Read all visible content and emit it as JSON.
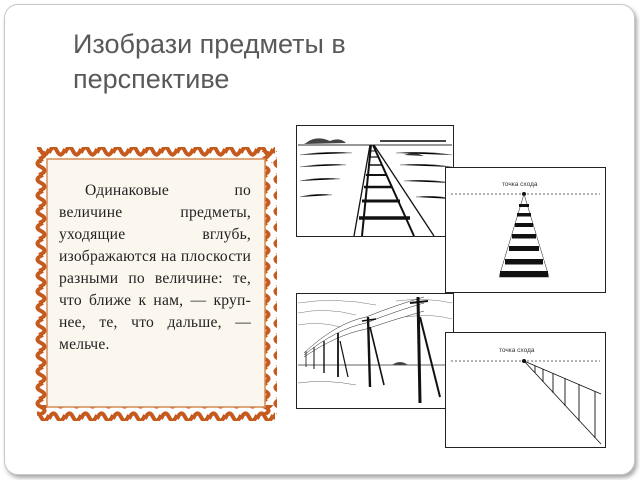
{
  "slide": {
    "title": "Изобрази предметы в перспективе",
    "frame_text": "Одинаковые по величине предметы, уходящие вглубь, изображаются на плоскости разными по величине: те, что ближе к нам, — круп-нее, те, что дальше, — мельче."
  },
  "diagrams": {
    "rails_vanishing_point_label": "точка схода",
    "poles_vanishing_point_label": "точка схода"
  },
  "colors": {
    "title": "#595959",
    "frame": "#c55a1e",
    "line": "#111111"
  }
}
